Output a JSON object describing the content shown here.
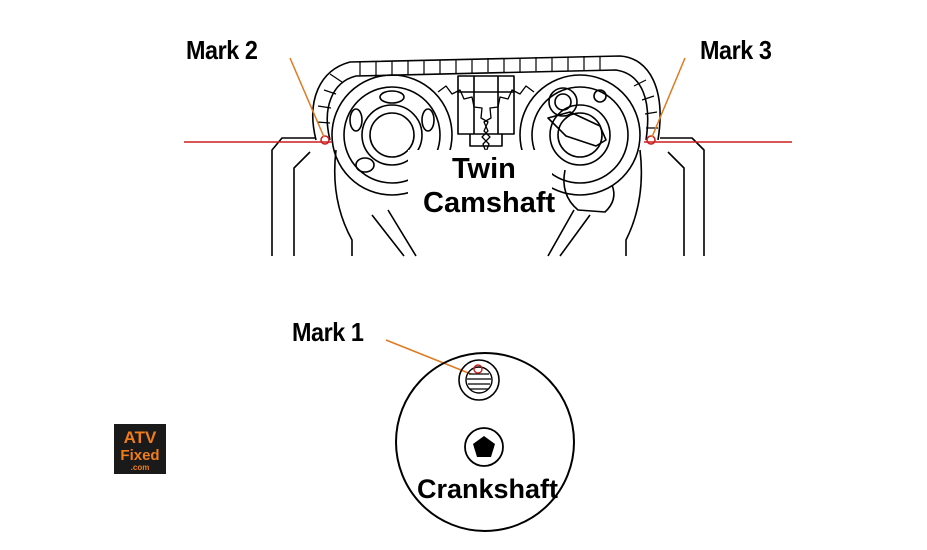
{
  "labels": {
    "mark2": "Mark 2",
    "mark3": "Mark 3",
    "mark1": "Mark 1",
    "twin": "Twin",
    "camshaft": "Camshaft",
    "crankshaft": "Crankshaft"
  },
  "logo": {
    "line1": "ATV",
    "line2": "Fixed",
    "line3": ".com"
  },
  "colors": {
    "line_art": "#000000",
    "reference_line": "#cc1f1f",
    "leader_line": "#e07a20",
    "logo_bg": "#1a1a1a",
    "logo_text": "#f07d1a"
  }
}
